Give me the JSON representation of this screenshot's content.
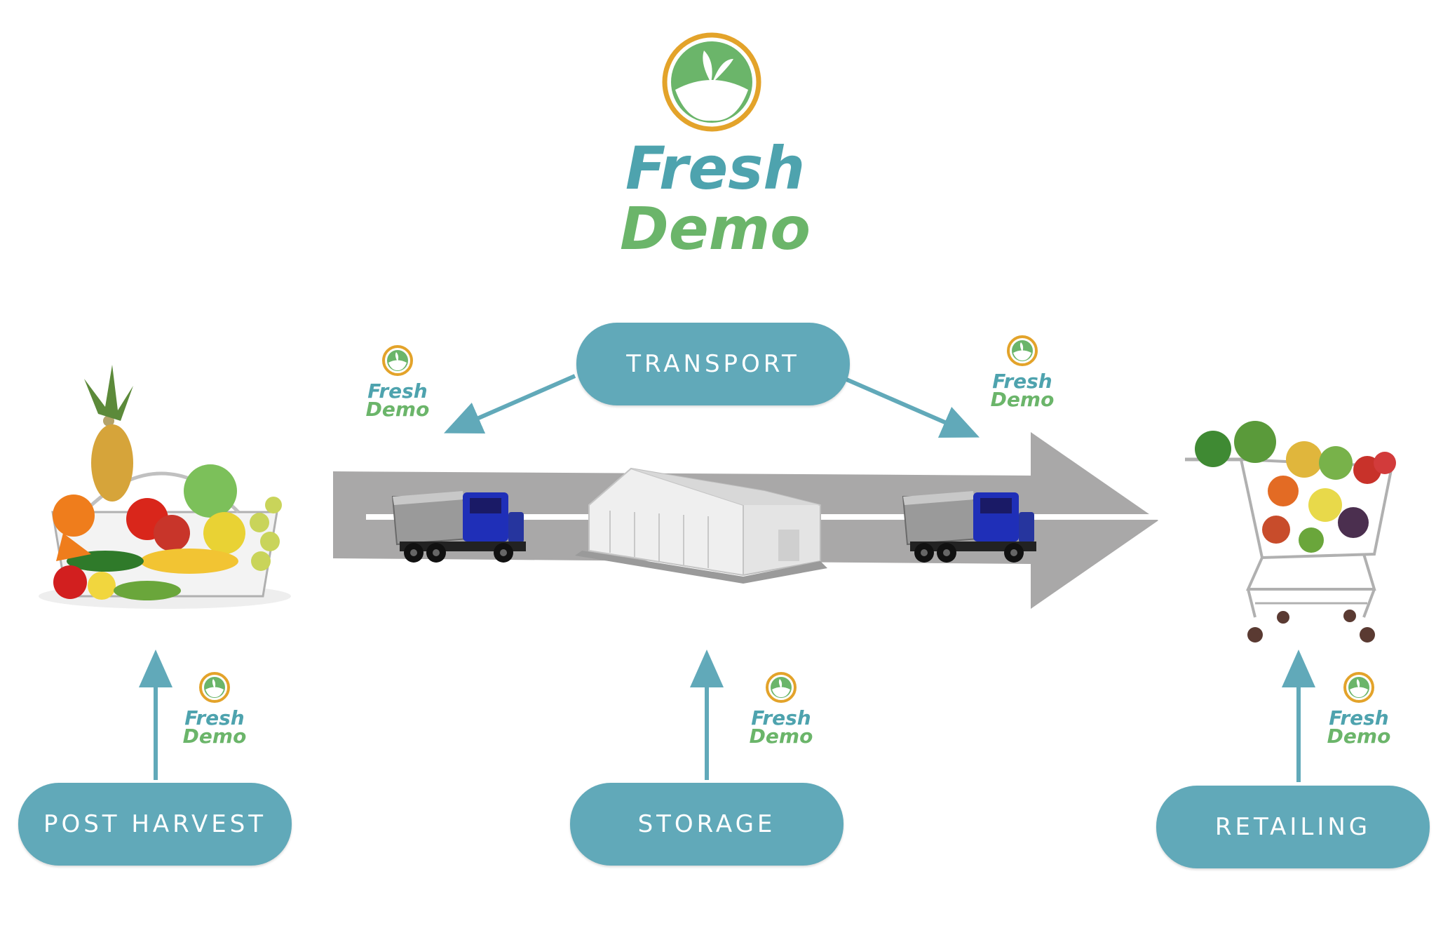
{
  "brand": {
    "line1": "Fresh",
    "line2": "Demo",
    "colors": {
      "teal": "#4ea3ae",
      "green": "#6bb56a",
      "ring": "#e3a32a",
      "pill": "#61a9b9"
    }
  },
  "stages": {
    "transport": "TRANSPORT",
    "post_harvest": "POST HARVEST",
    "storage": "STORAGE",
    "retailing": "RETAILING"
  },
  "images": {
    "basket": "fruit-basket-image",
    "truck_left": "truck-image",
    "warehouse": "warehouse-image",
    "truck_right": "truck-image",
    "cart": "shopping-cart-image"
  }
}
